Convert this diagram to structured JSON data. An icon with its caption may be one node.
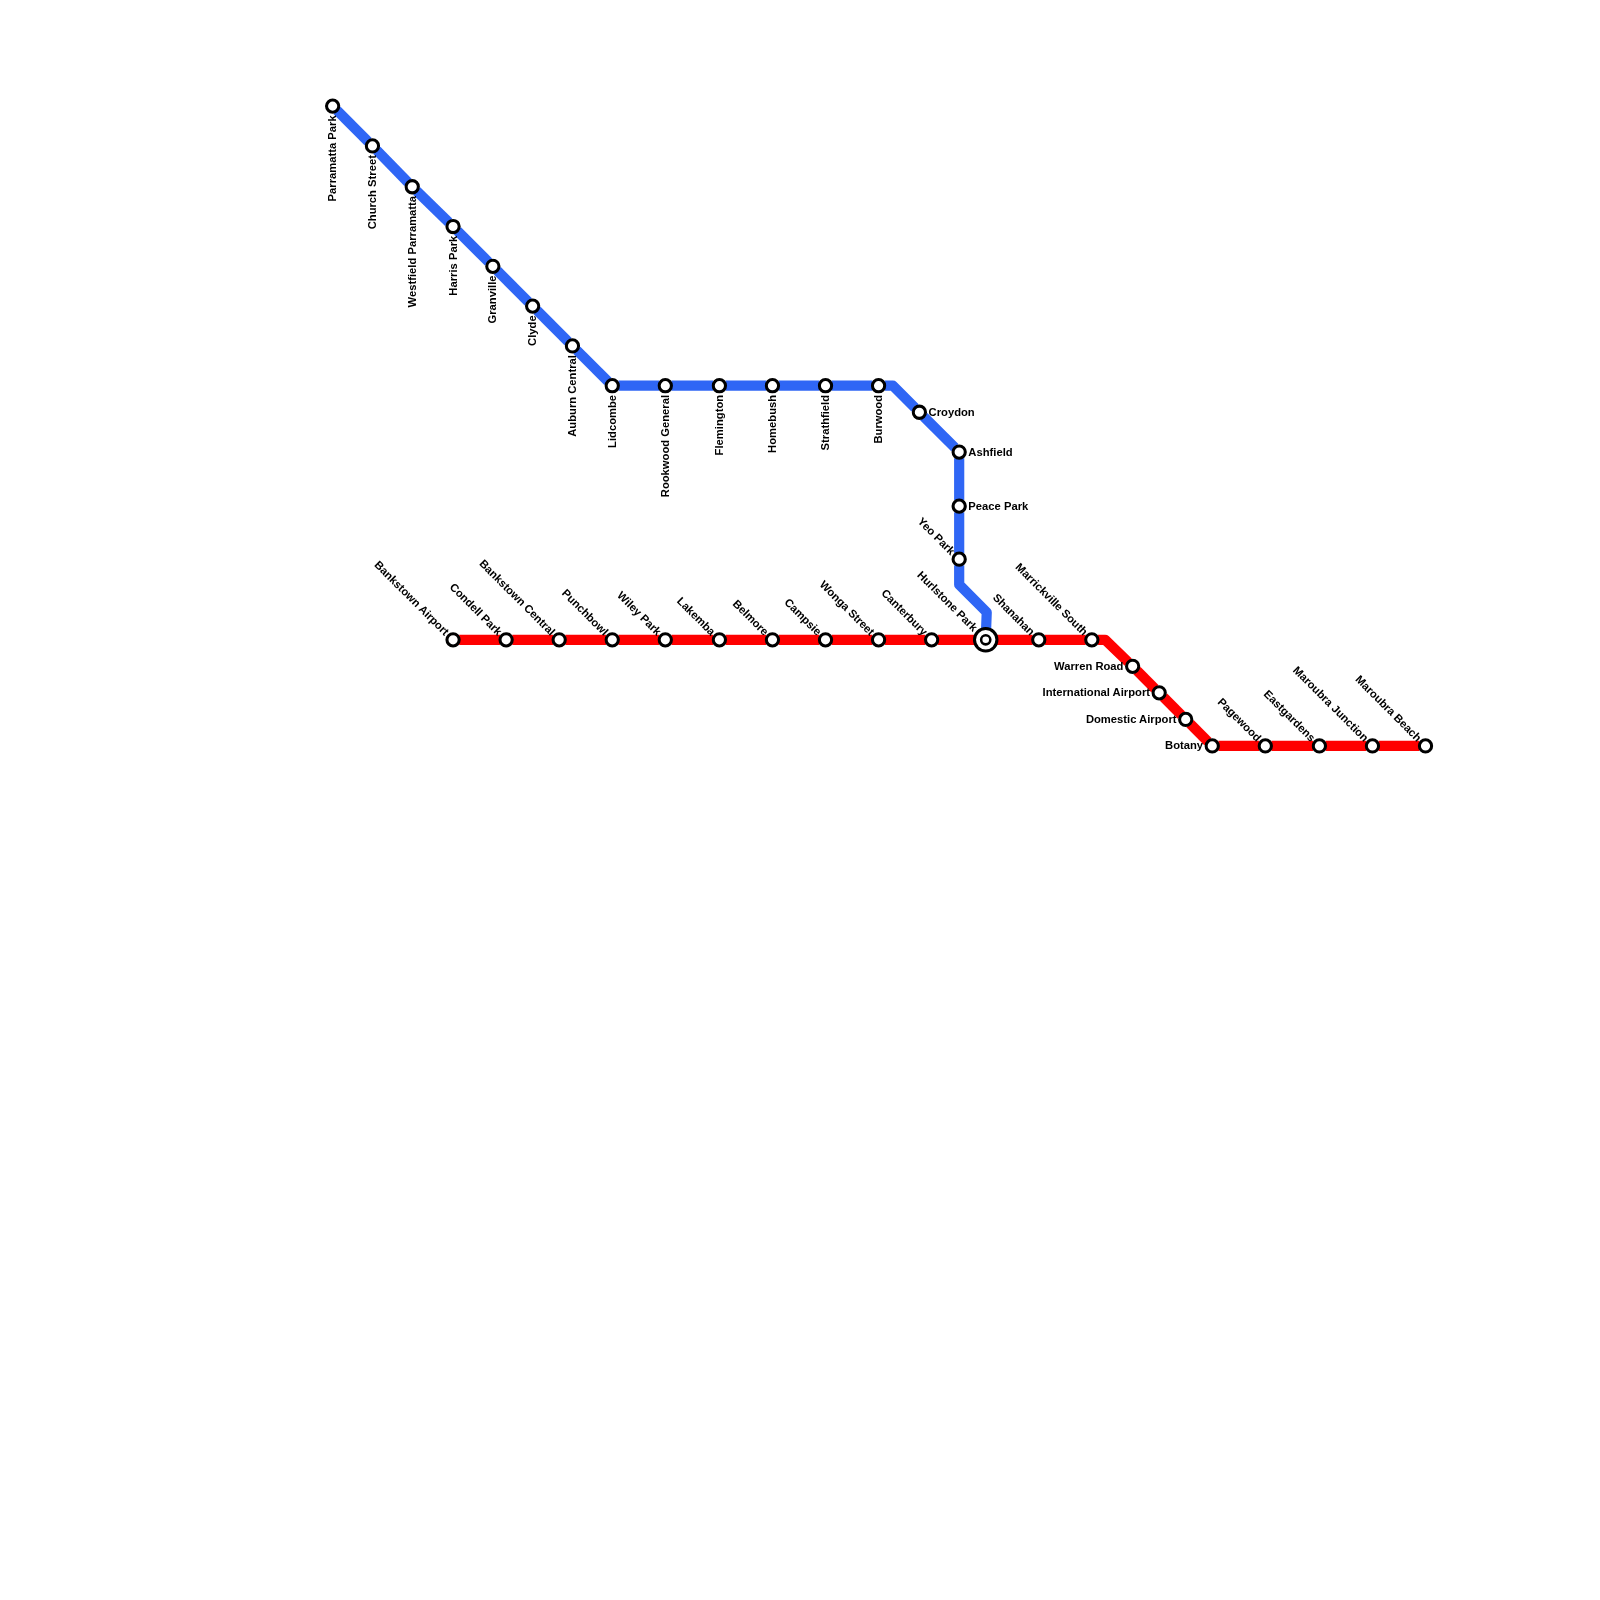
{
  "diagram": {
    "nodes": [
      {
        "text": [
          "Parramatta Park"
        ]
      },
      {
        "text": [
          "Church Street"
        ]
      },
      {
        "text": [
          "Westfield Parramatta"
        ]
      },
      {
        "text": [
          "Harris Park"
        ]
      },
      {
        "text": [
          "Granville"
        ]
      },
      {
        "text": [
          "Clyde"
        ]
      },
      {
        "text": [
          "Auburn Central"
        ]
      },
      {
        "text": [
          "Lidcombe"
        ]
      },
      {
        "text": [
          "Rookwood General"
        ]
      },
      {
        "text": [
          "Flemington"
        ]
      },
      {
        "text": [
          "Homebush"
        ]
      },
      {
        "text": [
          "Strathfield"
        ]
      },
      {
        "text": [
          "Burwood"
        ]
      },
      {
        "text": [
          "Croydon"
        ]
      },
      {
        "text": [
          "Ashfield"
        ]
      },
      {
        "text": [
          "Peace Park"
        ]
      },
      {
        "text": [
          "Yeo Park"
        ]
      },
      {
        "text": [
          "Hurlstone Park"
        ]
      },
      {
        "text": [
          "Bankstown Airport"
        ]
      },
      {
        "text": [
          "Condell Park"
        ]
      },
      {
        "text": [
          "Bankstown Central"
        ]
      },
      {
        "text": [
          "Punchbowl"
        ]
      },
      {
        "text": [
          "Wiley Park"
        ]
      },
      {
        "text": [
          "Lakemba"
        ]
      },
      {
        "text": [
          "Belmore"
        ]
      },
      {
        "text": [
          "Campsie"
        ]
      },
      {
        "text": [
          "Wonga Street"
        ]
      },
      {
        "text": [
          "Canterbury"
        ]
      },
      {
        "text": [
          "Shanahan"
        ]
      },
      {
        "text": [
          "Marrickville South"
        ]
      },
      {
        "text": [
          "Warren Road"
        ]
      },
      {
        "text": [
          "International Airport"
        ]
      },
      {
        "text": [
          "Domestic Airport"
        ]
      },
      {
        "text": [
          "Botany"
        ]
      },
      {
        "text": [
          "Pagewood"
        ]
      },
      {
        "text": [
          "Eastgardens"
        ]
      },
      {
        "text": [
          "Maroubra Junction"
        ]
      },
      {
        "text": [
          "Maroubra Beach"
        ]
      }
    ],
    "edges": [
      {
        "from": 0,
        "to": 1,
        "arrow": "none",
        "color": "#2f66f5"
      },
      {
        "from": 1,
        "to": 2,
        "arrow": "none",
        "color": "#2f66f5"
      },
      {
        "from": 2,
        "to": 3,
        "arrow": "none",
        "color": "#2f66f5"
      },
      {
        "from": 3,
        "to": 4,
        "arrow": "none",
        "color": "#2f66f5"
      },
      {
        "from": 4,
        "to": 5,
        "arrow": "none",
        "color": "#2f66f5"
      },
      {
        "from": 5,
        "to": 6,
        "arrow": "none",
        "color": "#2f66f5"
      },
      {
        "from": 6,
        "to": 7,
        "arrow": "none",
        "color": "#2f66f5"
      },
      {
        "from": 7,
        "to": 8,
        "arrow": "none",
        "color": "#2f66f5"
      },
      {
        "from": 8,
        "to": 9,
        "arrow": "none",
        "color": "#2f66f5"
      },
      {
        "from": 9,
        "to": 10,
        "arrow": "none",
        "color": "#2f66f5"
      },
      {
        "from": 10,
        "to": 11,
        "arrow": "none",
        "color": "#2f66f5"
      },
      {
        "from": 11,
        "to": 12,
        "arrow": "none",
        "color": "#2f66f5"
      },
      {
        "from": 12,
        "to": 13,
        "arrow": "none",
        "color": "#2f66f5"
      },
      {
        "from": 13,
        "to": 14,
        "arrow": "none",
        "color": "#2f66f5"
      },
      {
        "from": 14,
        "to": 15,
        "arrow": "none",
        "color": "#2f66f5"
      },
      {
        "from": 15,
        "to": 16,
        "arrow": "none",
        "color": "#2f66f5"
      },
      {
        "from": 16,
        "to": 17,
        "arrow": "none",
        "color": "#2f66f5"
      },
      {
        "from": 18,
        "to": 19,
        "arrow": "none"
      },
      {
        "from": 19,
        "to": 20,
        "arrow": "none"
      },
      {
        "from": 20,
        "to": 21,
        "arrow": "none"
      },
      {
        "from": 21,
        "to": 22,
        "arrow": "none"
      },
      {
        "from": 22,
        "to": 23,
        "arrow": "none"
      },
      {
        "from": 23,
        "to": 24,
        "arrow": "none"
      },
      {
        "from": 24,
        "to": 25,
        "arrow": "none"
      },
      {
        "from": 25,
        "to": 26,
        "arrow": "none"
      },
      {
        "from": 26,
        "to": 27,
        "arrow": "none"
      },
      {
        "from": 27,
        "to": 17,
        "arrow": "none"
      },
      {
        "from": 17,
        "to": 28,
        "arrow": "none"
      },
      {
        "from": 28,
        "to": 29,
        "arrow": "none"
      },
      {
        "from": 29,
        "to": 30,
        "arrow": "none"
      },
      {
        "from": 30,
        "to": 31,
        "arrow": "none"
      },
      {
        "from": 31,
        "to": 32,
        "arrow": "none"
      },
      {
        "from": 32,
        "to": 33,
        "arrow": "none"
      },
      {
        "from": 33,
        "to": 34,
        "arrow": "none"
      },
      {
        "from": 34,
        "to": 35,
        "arrow": "none"
      },
      {
        "from": 35,
        "to": 36,
        "arrow": "none"
      },
      {
        "from": 36,
        "to": 37,
        "arrow": "none"
      }
    ]
  }
}
